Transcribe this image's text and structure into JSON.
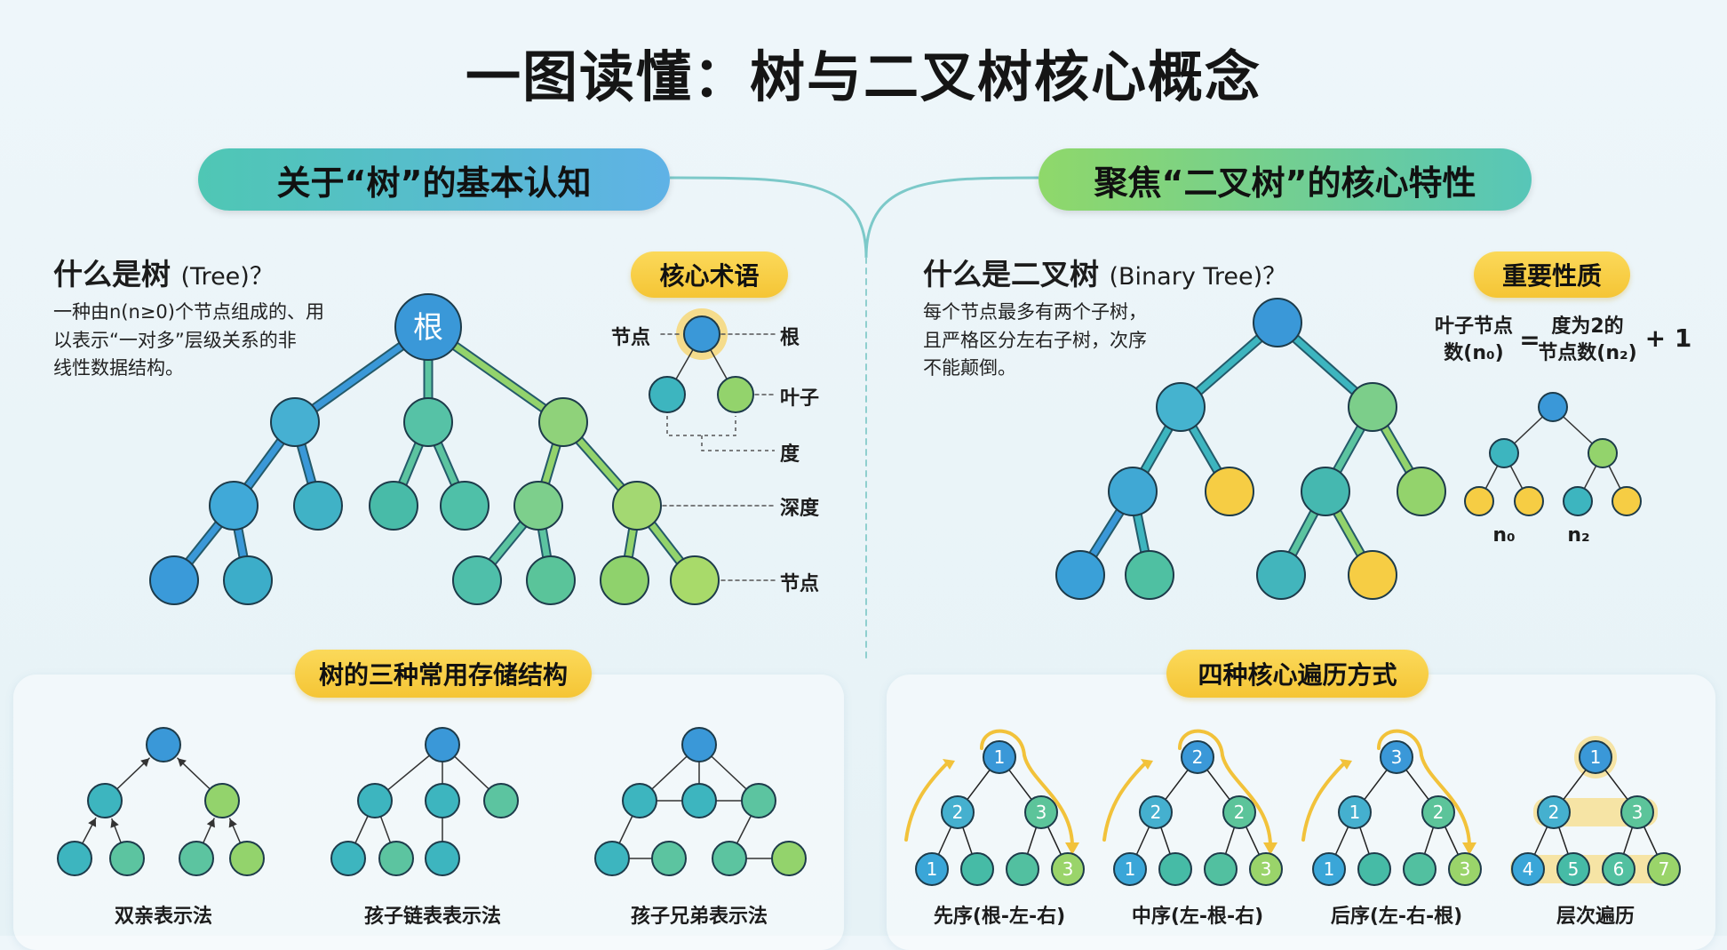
{
  "title": "一图读懂：树与二叉树核心概念",
  "left": {
    "section_label": "关于“树”的基本认知",
    "heading": "什么是树",
    "heading_en": "(Tree)？",
    "description": [
      "一种由n(n≥0)个节点组成的、用",
      "以表示“一对多”层级关系的非",
      "线性数据结构。"
    ],
    "root_label": "根",
    "terms_label": "核心术语",
    "terms": {
      "node_left": "节点",
      "root": "根",
      "leaf": "叶子",
      "degree": "度",
      "depth": "深度",
      "node": "节点"
    },
    "storage": {
      "label": "树的三种常用存储结构",
      "methods": [
        "双亲表示法",
        "孩子链表表示法",
        "孩子兄弟表示法"
      ]
    }
  },
  "right": {
    "section_label": "聚焦“二叉树”的核心特性",
    "heading": "什么是二叉树",
    "heading_en": "(Binary Tree)？",
    "description": [
      "每个节点最多有两个子树，",
      "且严格区分左右子树，次序",
      "不能颠倒。"
    ],
    "props_label": "重要性质",
    "formula": {
      "lhs1": "叶子节点",
      "lhs2": "数(n₀)",
      "eq": "=",
      "rhs1": "度为2的",
      "rhs2": "节点数(n₂)",
      "plus": "+ 1"
    },
    "n0": "n₀",
    "n2": "n₂",
    "traversal": {
      "label": "四种核心遍历方式",
      "methods": [
        {
          "name": "先序(根-左-右)",
          "nodes": [
            "1",
            "2",
            "3",
            "1",
            "",
            "",
            "3"
          ]
        },
        {
          "name": "中序(左-根-右)",
          "nodes": [
            "2",
            "2",
            "2",
            "1",
            "",
            "",
            "3"
          ]
        },
        {
          "name": "后序(左-右-根)",
          "nodes": [
            "3",
            "1",
            "2",
            "1",
            "",
            "",
            "3"
          ]
        },
        {
          "name": "层次遍历",
          "nodes": [
            "1",
            "2",
            "3",
            "4",
            "5",
            "6",
            "7"
          ]
        }
      ]
    }
  },
  "colors": {
    "blue": "#3a98d8",
    "teal": "#3db5bf",
    "mint": "#5cc4a0",
    "green": "#93d36c",
    "yellow": "#f6cd44",
    "accent": "#f2c23a"
  }
}
